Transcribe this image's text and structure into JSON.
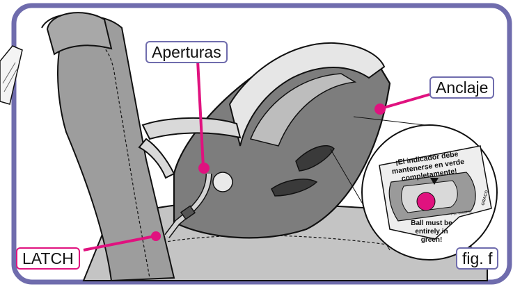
{
  "callouts": {
    "aperturas": "Aperturas",
    "anclaje": "Anclaje",
    "latch": "LATCH",
    "figure": "fig. f"
  },
  "indicator": {
    "spanish_text": "¡El indicador debe mantenerse en verde completamente!",
    "english_text": "Ball must be entirely in green!",
    "part_number": "Pat. 6006263",
    "brand": "GRACO"
  },
  "colors": {
    "frame": "#6f6cad",
    "accent": "#e0127f",
    "indicator_green": "#9a9a9a",
    "seat_dark": "#7d7d7d",
    "seat_light": "#c4c4c4",
    "outline": "#111111"
  }
}
